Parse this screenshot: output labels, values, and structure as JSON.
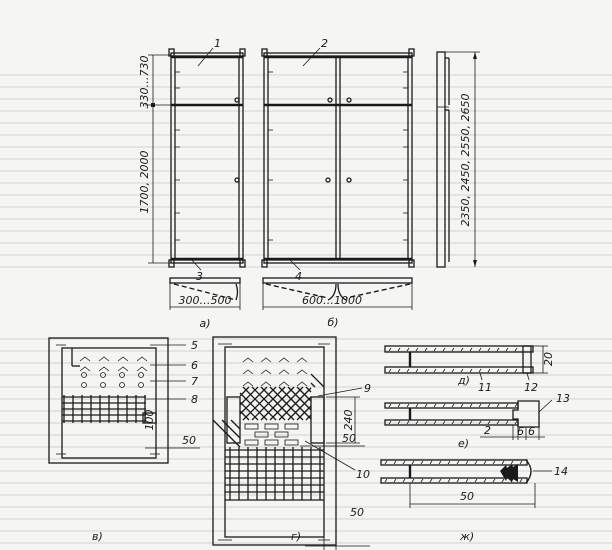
{
  "figure": {
    "parts": {
      "p1": "1",
      "p2": "2",
      "p3": "3",
      "p4": "4",
      "p5": "5",
      "p6": "6",
      "p7": "7",
      "p8": "8",
      "p9": "9",
      "p10": "10",
      "p11": "11",
      "p12": "12",
      "p13": "13",
      "p14": "14"
    },
    "dimensions": {
      "upper_height": "330…730",
      "lower_height": "1700, 2000",
      "total_height": "2350, 2450, 2550, 2650",
      "single_width": "300…500",
      "double_width": "600…1000",
      "v_notch": "100",
      "v_edge": "50",
      "g_height": "240",
      "g_edge": "50",
      "g_bottom": "50",
      "d_thickness": "20",
      "e_gap": "2",
      "e_a": "6",
      "e_b": "6",
      "zh_length": "50"
    },
    "captions": {
      "a": "а)",
      "b": "б)",
      "v": "в)",
      "g": "г)",
      "d": "д)",
      "e": "е)",
      "zh": "ж)"
    }
  }
}
